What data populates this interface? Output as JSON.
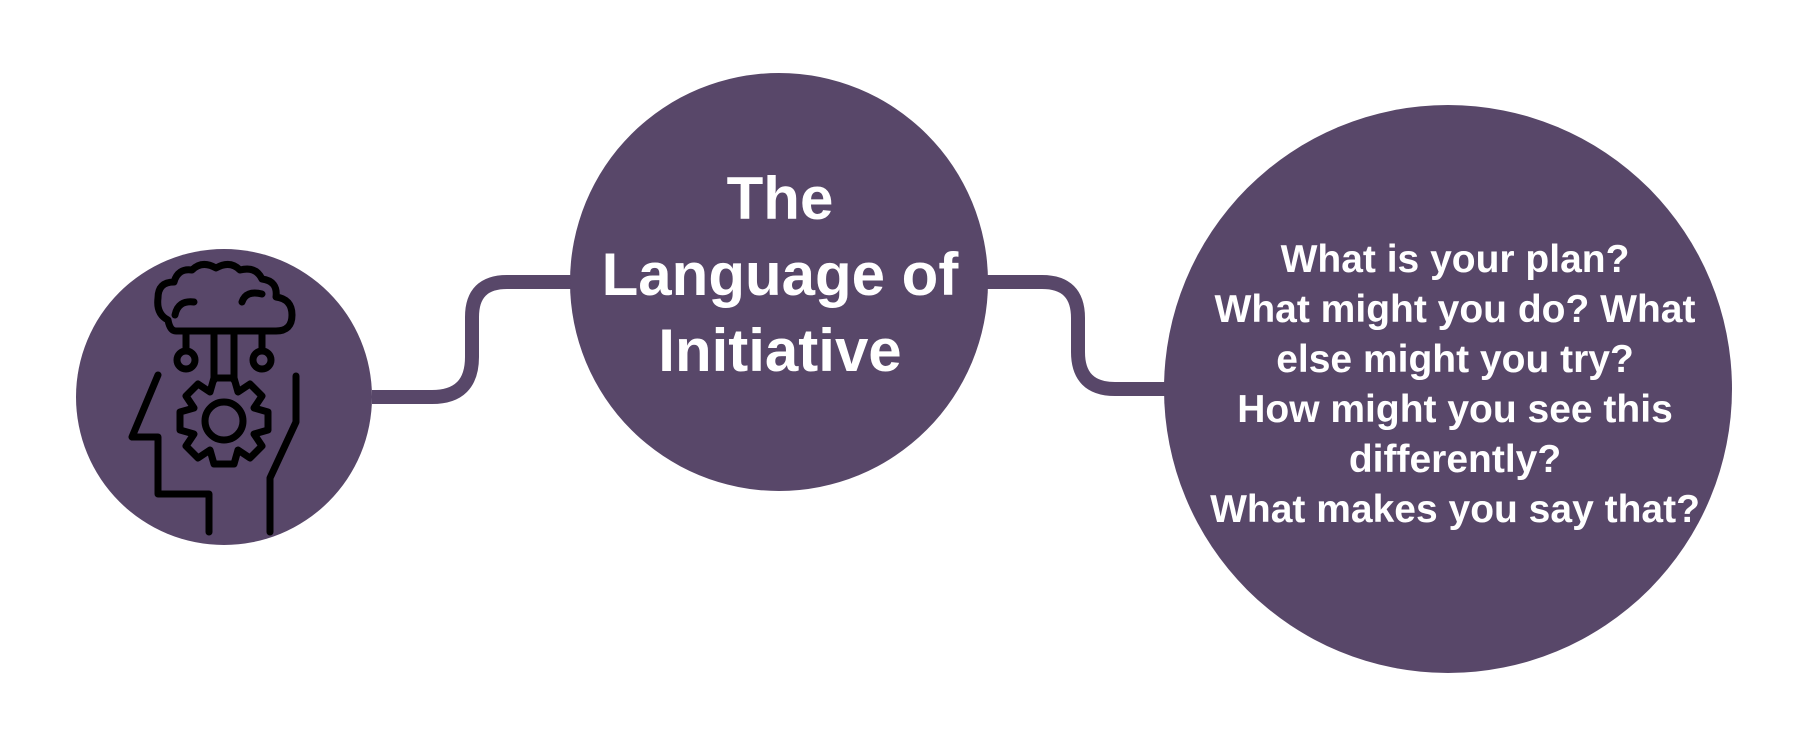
{
  "colors": {
    "node_fill": "#584769",
    "icon_stroke": "#000000",
    "text": "#ffffff",
    "background": "#ffffff"
  },
  "nodes": {
    "icon_node": {
      "icon": "head-brain-gear-icon"
    },
    "title_node": {
      "lines": [
        "The",
        "Language of",
        "Initiative"
      ]
    },
    "questions_node": {
      "lines": [
        "What is your plan?",
        "What might you do? What",
        "else might you try?",
        "How might you see this",
        "differently?",
        "What makes you say that?"
      ]
    }
  }
}
